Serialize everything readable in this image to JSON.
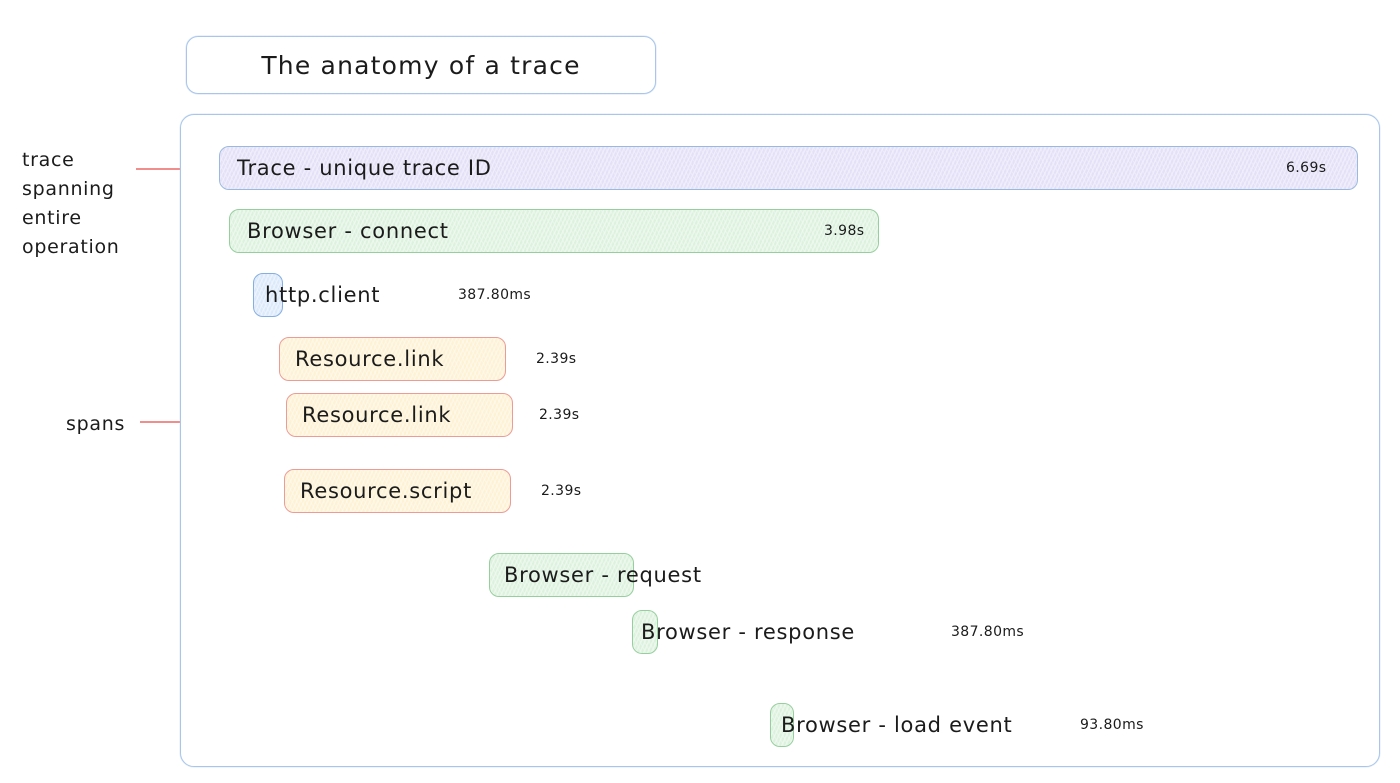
{
  "title": {
    "text": "The anatomy of a trace"
  },
  "annotations": [
    {
      "name": "trace-annotation",
      "lines": [
        "trace",
        "spanning",
        "entire",
        "operation"
      ]
    },
    {
      "name": "spans-annotation",
      "lines": [
        "spans"
      ]
    }
  ],
  "colors": {
    "border_blue": "#a9c6ea",
    "trace_purple": "#e4e0f7",
    "browser_green": "#ddf2de",
    "http_blue": "#dbe9fa",
    "resource_amber": "#fdf2d4",
    "resource_border_red": "#ec9b96",
    "annotation_red": "#f08d8d",
    "text": "#1b1b1b"
  },
  "spans": [
    {
      "id": "trace-root",
      "label": "Trace - unique trace ID",
      "duration": "6.69s",
      "duration_inside_bar": true,
      "color": "purple"
    },
    {
      "id": "browser-connect",
      "label": "Browser - connect",
      "duration": "3.98s",
      "duration_inside_bar": true,
      "color": "green"
    },
    {
      "id": "http-client",
      "label": "http.client",
      "duration": "387.80ms",
      "duration_inside_bar": false,
      "color": "blue"
    },
    {
      "id": "resource-link-1",
      "label": "Resource.link",
      "duration": "2.39s",
      "duration_inside_bar": false,
      "color": "amber"
    },
    {
      "id": "resource-link-2",
      "label": "Resource.link",
      "duration": "2.39s",
      "duration_inside_bar": false,
      "color": "amber"
    },
    {
      "id": "resource-script",
      "label": "Resource.script",
      "duration": "2.39s",
      "duration_inside_bar": false,
      "color": "amber"
    },
    {
      "id": "browser-request",
      "label": "Browser - request",
      "duration": "",
      "duration_inside_bar": false,
      "color": "green"
    },
    {
      "id": "browser-response",
      "label": "Browser - response",
      "duration": "387.80ms",
      "duration_inside_bar": false,
      "color": "green"
    },
    {
      "id": "browser-load-event",
      "label": "Browser - load event",
      "duration": "93.80ms",
      "duration_inside_bar": false,
      "color": "green"
    }
  ]
}
